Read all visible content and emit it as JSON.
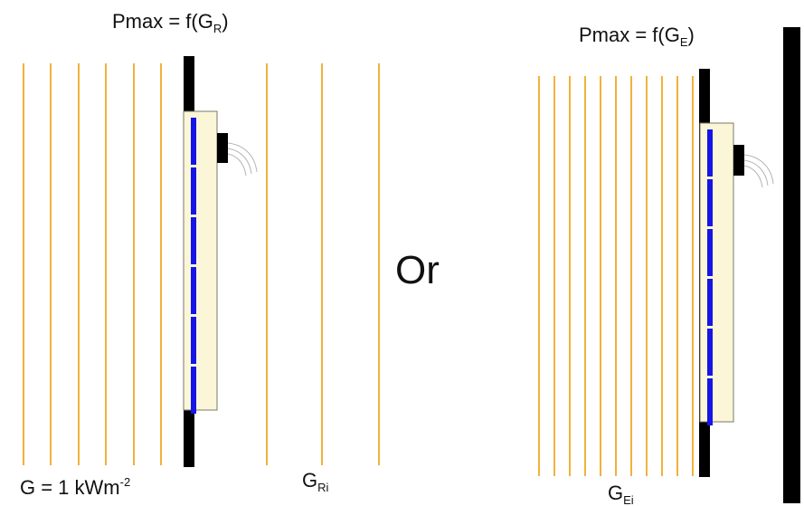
{
  "colors": {
    "ray": "#f0b23c",
    "pole": "#000000",
    "module_fill": "#fbf6d8",
    "module_stroke": "#7a7a6a",
    "cell": "#1515e6",
    "junction_box": "#000000",
    "cable": "#b4b4b4",
    "text": "#111111"
  },
  "labels": {
    "pmax_left_prefix": "Pmax = f(G",
    "pmax_left_sub": "R",
    "pmax_left_suffix": ")",
    "pmax_right_prefix": "Pmax = f(G",
    "pmax_right_sub": "E",
    "pmax_right_suffix": ")",
    "irradiance_prefix": "G = 1 kWm",
    "irradiance_exp": "-2",
    "g_ri_main": "G",
    "g_ri_sub": "Ri",
    "g_ei_main": "G",
    "g_ei_sub": "Ei",
    "or": "Or"
  },
  "icons": {
    "module_left": "pv-module-icon",
    "module_right": "pv-module-icon",
    "junction_box": "junction-box-icon",
    "cable": "cable-icon"
  }
}
